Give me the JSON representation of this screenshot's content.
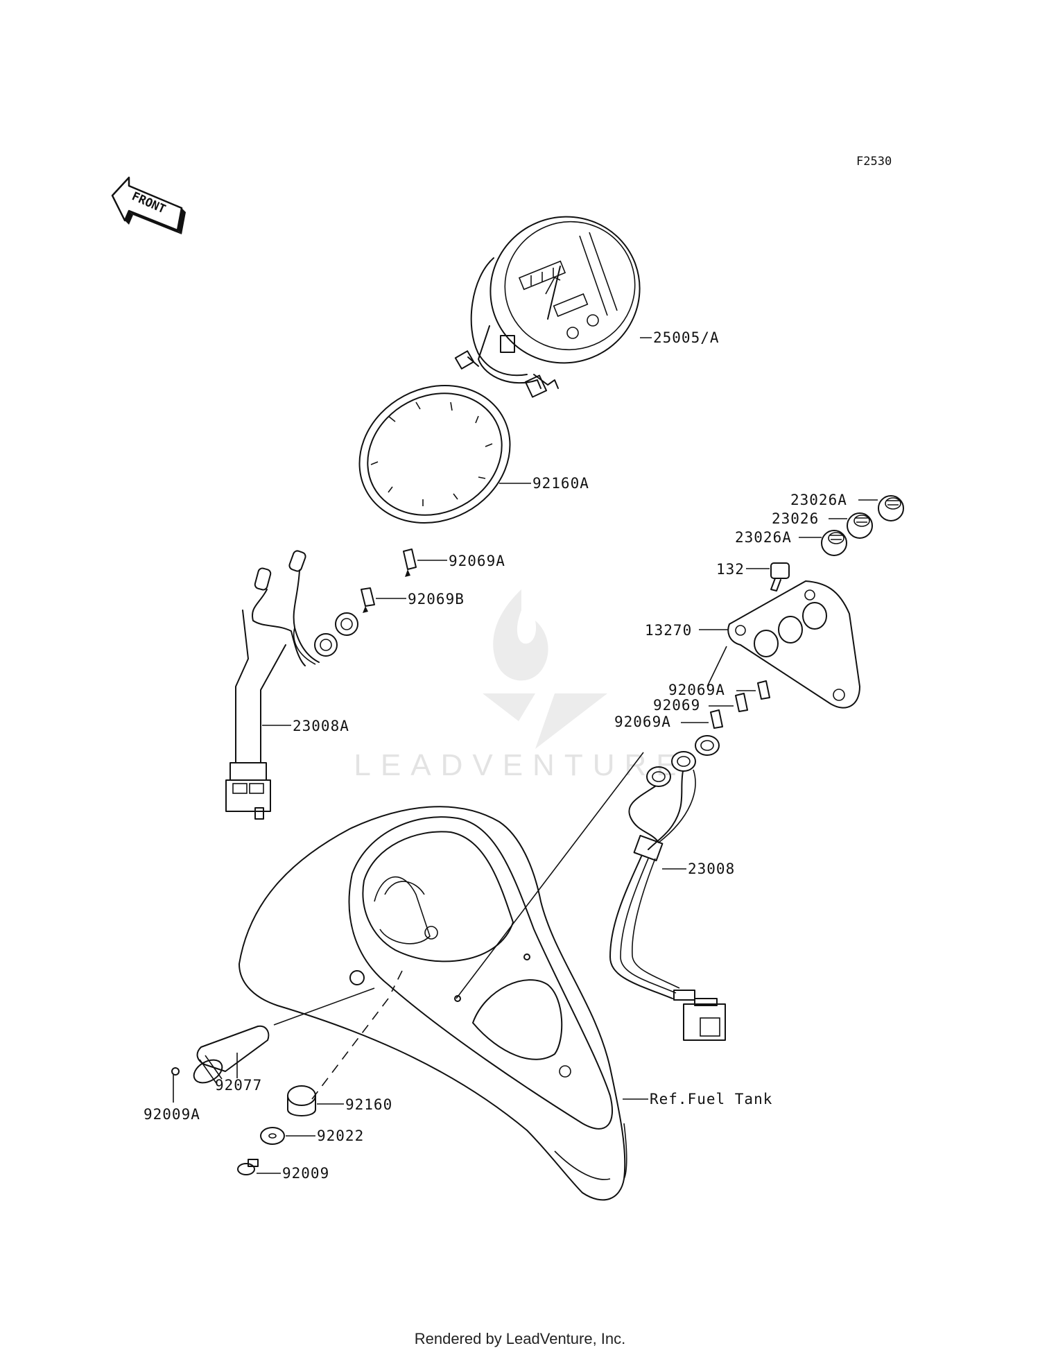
{
  "diagram": {
    "code": "F2530",
    "front_label": "FRONT",
    "watermark": "LEADVENTURE",
    "footer": "Rendered by LeadVenture, Inc.",
    "callouts": {
      "p25005a": "25005/A",
      "p92160a": "92160A",
      "p23026a_top": "23026A",
      "p23026": "23026",
      "p23026a_bottom": "23026A",
      "p132": "132",
      "p13270": "13270",
      "p92069a_left": "92069A",
      "p92069b": "92069B",
      "p92069a_r1": "92069A",
      "p92069_r": "92069",
      "p92069a_r2": "92069A",
      "p23008a": "23008A",
      "p23008": "23008",
      "ref_fuel_tank": "Ref.Fuel Tank",
      "p92077": "92077",
      "p92009a": "92009A",
      "p92160": "92160",
      "p92022": "92022",
      "p92009": "92009"
    }
  }
}
